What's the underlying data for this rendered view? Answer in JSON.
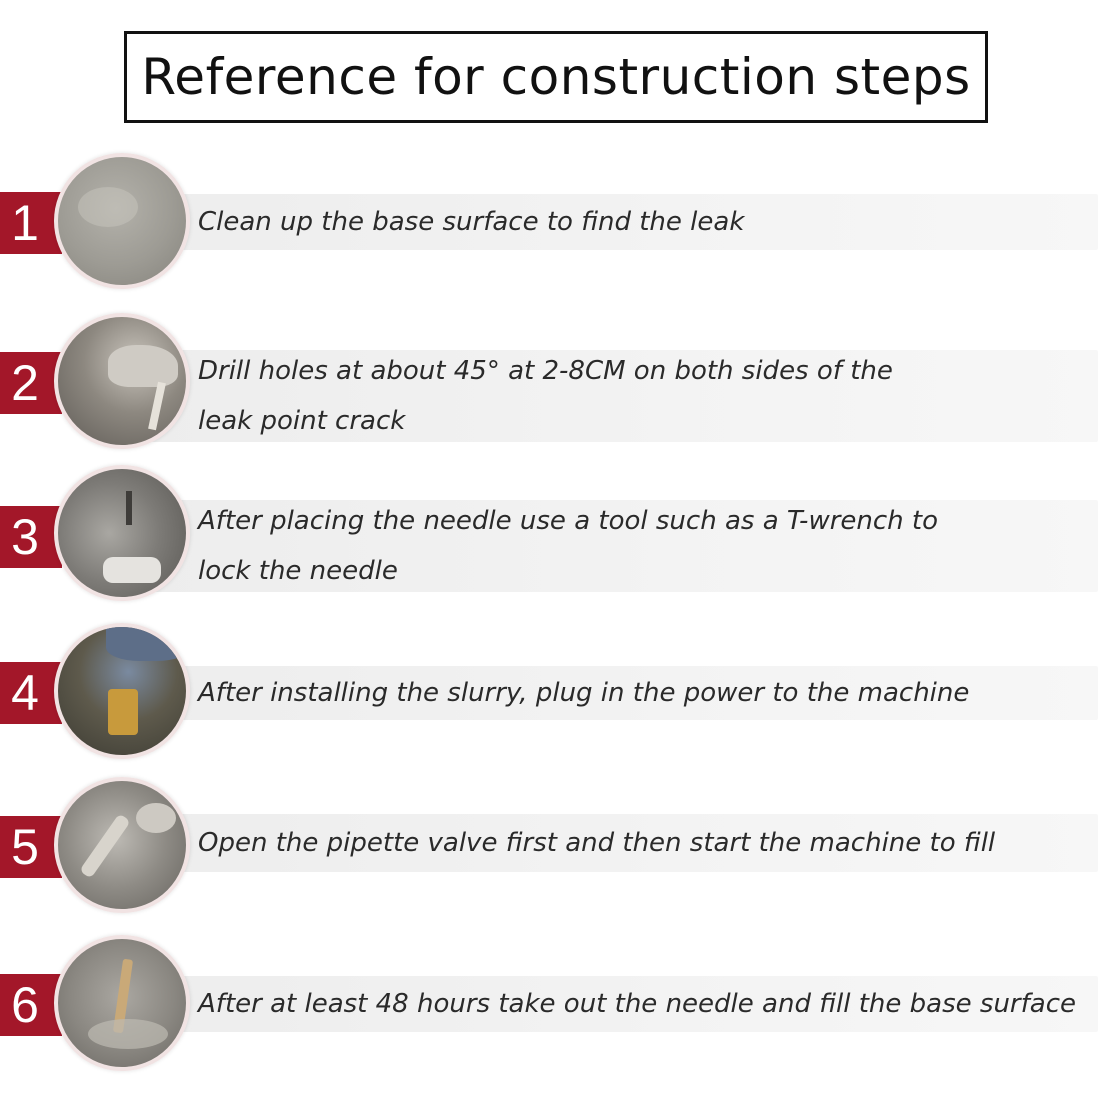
{
  "title": "Reference for construction steps",
  "accent_color": "#a31729",
  "steps": [
    {
      "number": "1",
      "lines": [
        "Clean up the base surface to find the leak"
      ],
      "photo": "concrete-floor-photo"
    },
    {
      "number": "2",
      "lines": [
        "Drill holes at about 45° at 2-8CM on both sides of the",
        "leak point crack"
      ],
      "photo": "drilling-photo"
    },
    {
      "number": "3",
      "lines": [
        "After placing the needle use a tool such as a T-wrench to",
        "lock the needle"
      ],
      "photo": "needle-wrench-photo"
    },
    {
      "number": "4",
      "lines": [
        "After installing the slurry, plug in the power to the machine"
      ],
      "photo": "grout-machine-photo"
    },
    {
      "number": "5",
      "lines": [
        "Open the pipette valve first and then start the machine to fill"
      ],
      "photo": "injection-photo"
    },
    {
      "number": "6",
      "lines": [
        "After at least 48 hours take out the needle and fill the base surface"
      ],
      "photo": "finished-surface-photo"
    }
  ]
}
